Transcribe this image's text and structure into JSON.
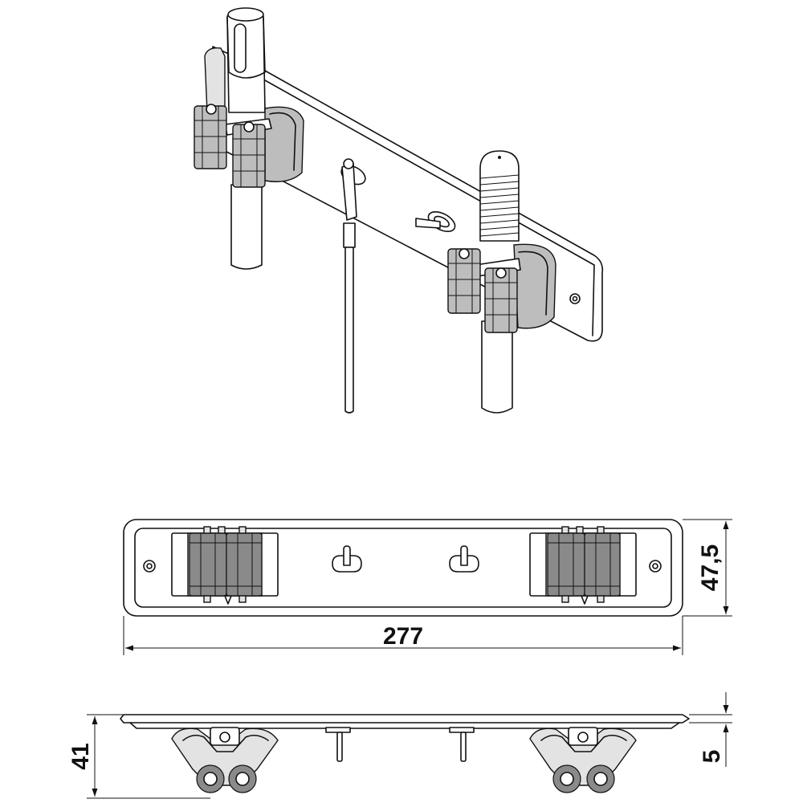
{
  "dimensions": {
    "length": "277",
    "height": "47,5",
    "depth": "41",
    "thickness": "5"
  }
}
